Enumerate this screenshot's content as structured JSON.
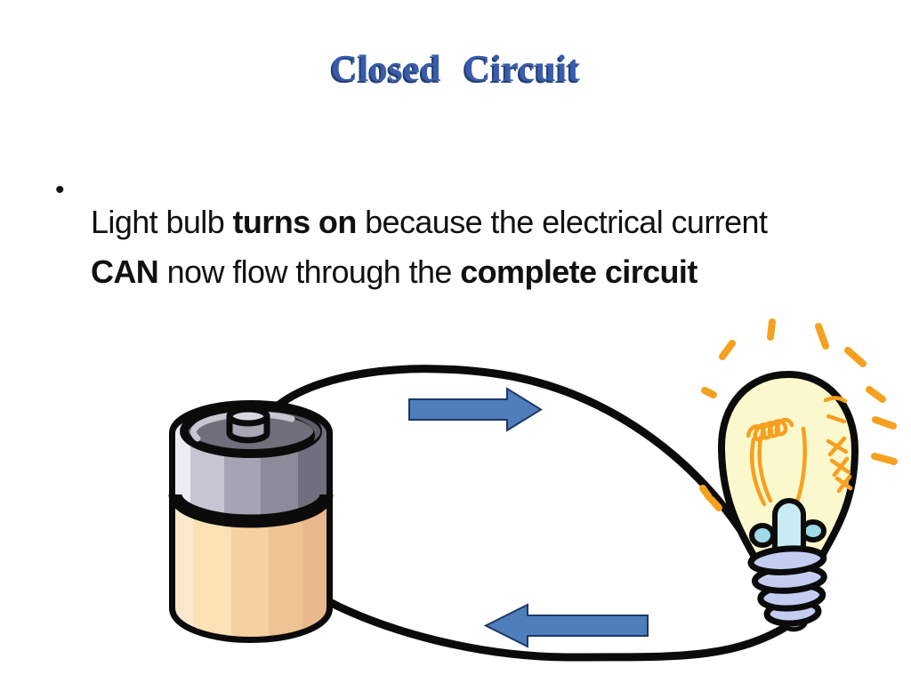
{
  "slide": {
    "title": "Closed Circuit",
    "bullet": {
      "marker": "•",
      "segments": [
        {
          "text": "Light bulb ",
          "bold": false
        },
        {
          "text": "turns on",
          "bold": true
        },
        {
          "text": " because the electrical current ",
          "bold": false
        },
        {
          "text": "CAN",
          "bold": true
        },
        {
          "text": " now flow through the ",
          "bold": false
        },
        {
          "text": "complete circuit",
          "bold": true
        }
      ]
    },
    "diagram": {
      "type": "illustration",
      "components": [
        "battery",
        "wire loop",
        "light bulb",
        "current arrows"
      ],
      "arrows": [
        {
          "position": "top",
          "direction": "right"
        },
        {
          "position": "bottom",
          "direction": "left"
        }
      ]
    }
  },
  "colors": {
    "slide-bg": "#FFFFFF",
    "title-blue": "#3A5BAE",
    "title-edge": "#20406F",
    "text-black": "#111111",
    "arrow-fill": "#4E7EBB",
    "arrow-stroke": "#1F3864",
    "wire-black": "#0B0B0B",
    "bulb-glass": "#FBF8CD",
    "glow-orange": "#F6A01F",
    "stem-cyan": "#C9EBF3",
    "ear-cyan": "#9ED9E8",
    "screw-periwinkle": "#C4CDF1",
    "tip-gray": "#8CA5A3",
    "battery-tan": "#F6D0A0",
    "battery-gray": "#A4A4B2",
    "battery-top-gray": "#70707C"
  }
}
